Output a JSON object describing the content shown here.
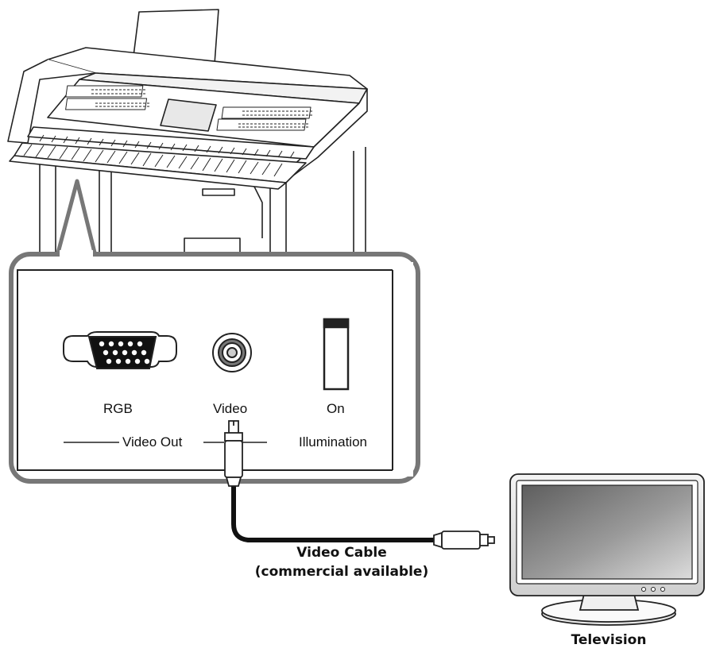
{
  "panel": {
    "rgb_label": "RGB",
    "video_label": "Video",
    "on_label": "On",
    "video_out_label": "Video Out",
    "illumination_label": "Illumination"
  },
  "cable": {
    "line1": "Video Cable",
    "line2": "(commercial available)"
  },
  "television": {
    "label": "Television"
  },
  "colors": {
    "outline": "#222222",
    "panel_border": "#777777",
    "screen_dark": "#6e6e6e",
    "screen_light": "#d8d8d8"
  }
}
